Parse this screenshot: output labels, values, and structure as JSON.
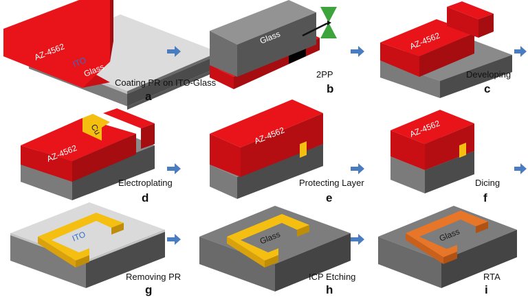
{
  "panels": [
    {
      "letter": "a",
      "caption": "Coating PR on ITO-Glass",
      "labels": {
        "photoresist": "AZ-4562",
        "ito": "ITO",
        "glass": "Glass"
      }
    },
    {
      "letter": "b",
      "caption": "2PP",
      "labels": {
        "glass": "Glass"
      }
    },
    {
      "letter": "c",
      "caption": "Developing",
      "labels": {
        "photoresist": "AZ-4562"
      }
    },
    {
      "letter": "d",
      "caption": "Electroplating",
      "labels": {
        "photoresist": "AZ-4562",
        "metal": "Cu"
      }
    },
    {
      "letter": "e",
      "caption": "Protecting Layer",
      "labels": {
        "photoresist": "AZ-4562"
      }
    },
    {
      "letter": "f",
      "caption": "Dicing",
      "labels": {
        "photoresist": "AZ-4562"
      }
    },
    {
      "letter": "g",
      "caption": "Removing PR",
      "labels": {
        "ito": "ITO"
      }
    },
    {
      "letter": "h",
      "caption": "ICP Etching",
      "labels": {
        "glass": "Glass"
      }
    },
    {
      "letter": "i",
      "caption": "RTA",
      "labels": {
        "glass": "Glass"
      }
    }
  ],
  "colors": {
    "photoresist": "#e8141a",
    "glass": "#6b6b6b",
    "ito": "#d8d8d8",
    "metal": "#f5bf12",
    "annealed": "#e87628",
    "arrow": "#4a7cc0",
    "laser": "#3da33d"
  },
  "icons": {
    "arrow": "right-arrow-icon",
    "laser": "laser-beam-icon"
  }
}
